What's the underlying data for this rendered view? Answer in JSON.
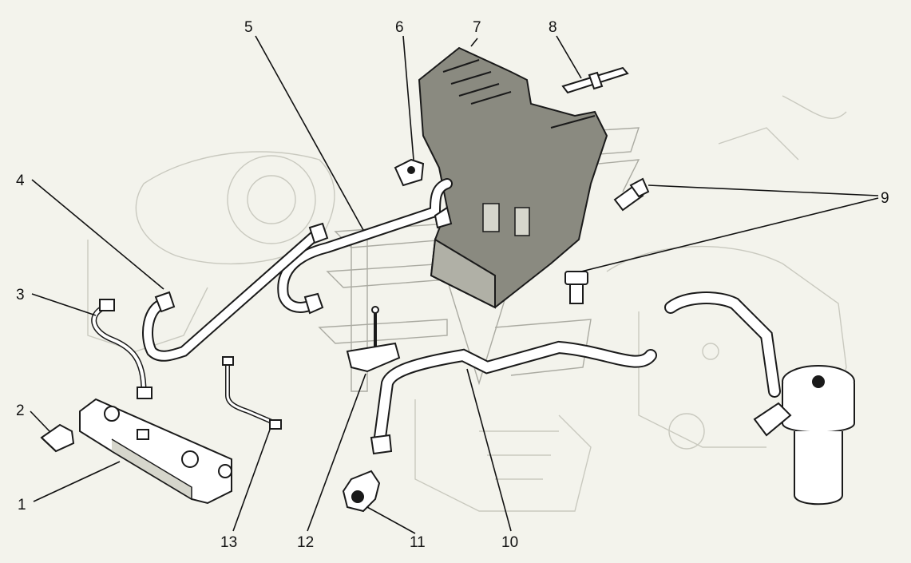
{
  "colors": {
    "background": "#f3f3ec",
    "line": "#111111",
    "part_fill": "#ffffff",
    "bracket_fill": "#8a8a80",
    "background_engine": "#c9c9bf",
    "watermark": "#6f6f65"
  },
  "callouts": [
    {
      "id": "1",
      "label": "1"
    },
    {
      "id": "2",
      "label": "2"
    },
    {
      "id": "3",
      "label": "3"
    },
    {
      "id": "4",
      "label": "4"
    },
    {
      "id": "5",
      "label": "5"
    },
    {
      "id": "6",
      "label": "6"
    },
    {
      "id": "7",
      "label": "7"
    },
    {
      "id": "8",
      "label": "8"
    },
    {
      "id": "9",
      "label": "9"
    },
    {
      "id": "10",
      "label": "10"
    },
    {
      "id": "11",
      "label": "11"
    },
    {
      "id": "12",
      "label": "12"
    },
    {
      "id": "13",
      "label": "13"
    }
  ]
}
